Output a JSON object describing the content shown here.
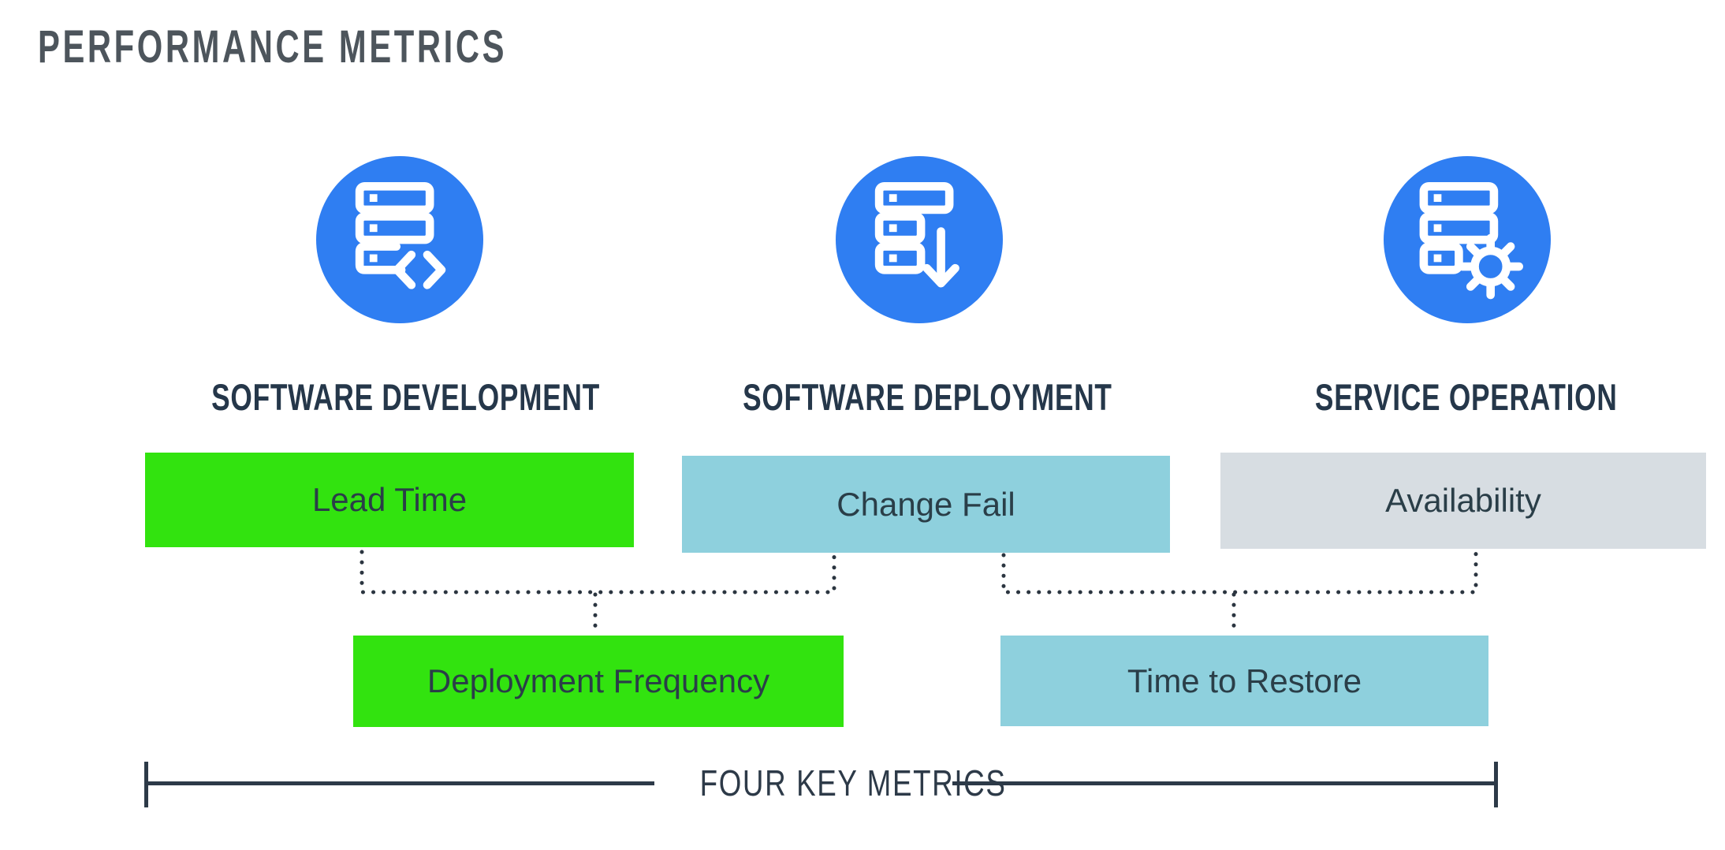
{
  "title": "PERFORMANCE METRICS",
  "columns": [
    {
      "label": "SOFTWARE DEVELOPMENT",
      "icon": "server-code-icon"
    },
    {
      "label": "SOFTWARE DEPLOYMENT",
      "icon": "server-download-icon"
    },
    {
      "label": "SERVICE OPERATION",
      "icon": "server-gear-icon"
    }
  ],
  "metrics": {
    "row1": [
      {
        "label": "Lead Time",
        "color": "#32e30f"
      },
      {
        "label": "Change Fail",
        "color": "#8ed0dd"
      },
      {
        "label": "Availability",
        "color": "#d7dde2"
      }
    ],
    "row2": [
      {
        "label": "Deployment Frequency",
        "color": "#32e30f"
      },
      {
        "label": "Time to Restore",
        "color": "#8ed0dd"
      }
    ]
  },
  "footer": {
    "label": "FOUR KEY METRICS"
  },
  "colors": {
    "icon_circle": "#2f7ef2",
    "icon_glyph": "#ffffff",
    "green": "#32e30f",
    "light_blue": "#8ed0dd",
    "light_gray": "#d7dde2",
    "heading_text": "#25374a",
    "title_text": "#4d555c",
    "bar_text": "#2a3e48",
    "connector": "#2b3540",
    "bracket": "#2d3a48"
  }
}
